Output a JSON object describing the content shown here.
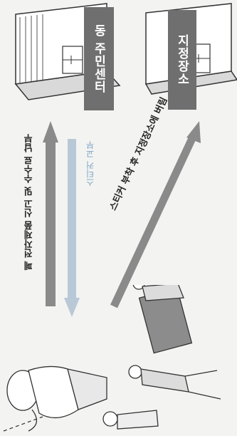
{
  "buildings": {
    "top": {
      "sign": "동 주민센터"
    },
    "bottom": {
      "sign": "지정장소"
    }
  },
  "arrows": {
    "report": {
      "label": "폐 전자제품 신고 및 수수료 납부",
      "color": "#8a8a8a"
    },
    "sticker_issue": {
      "label": "스티커 교부",
      "color": "#b9c8d6",
      "text_color": "#7fa6c8"
    },
    "dispose": {
      "label": "스티커 부착 후 지정장소에 버림",
      "color": "#8a8a8a"
    }
  },
  "colors": {
    "sign_bg": "#6f6f6f",
    "sign_text": "#ffffff",
    "line": "#333333"
  }
}
